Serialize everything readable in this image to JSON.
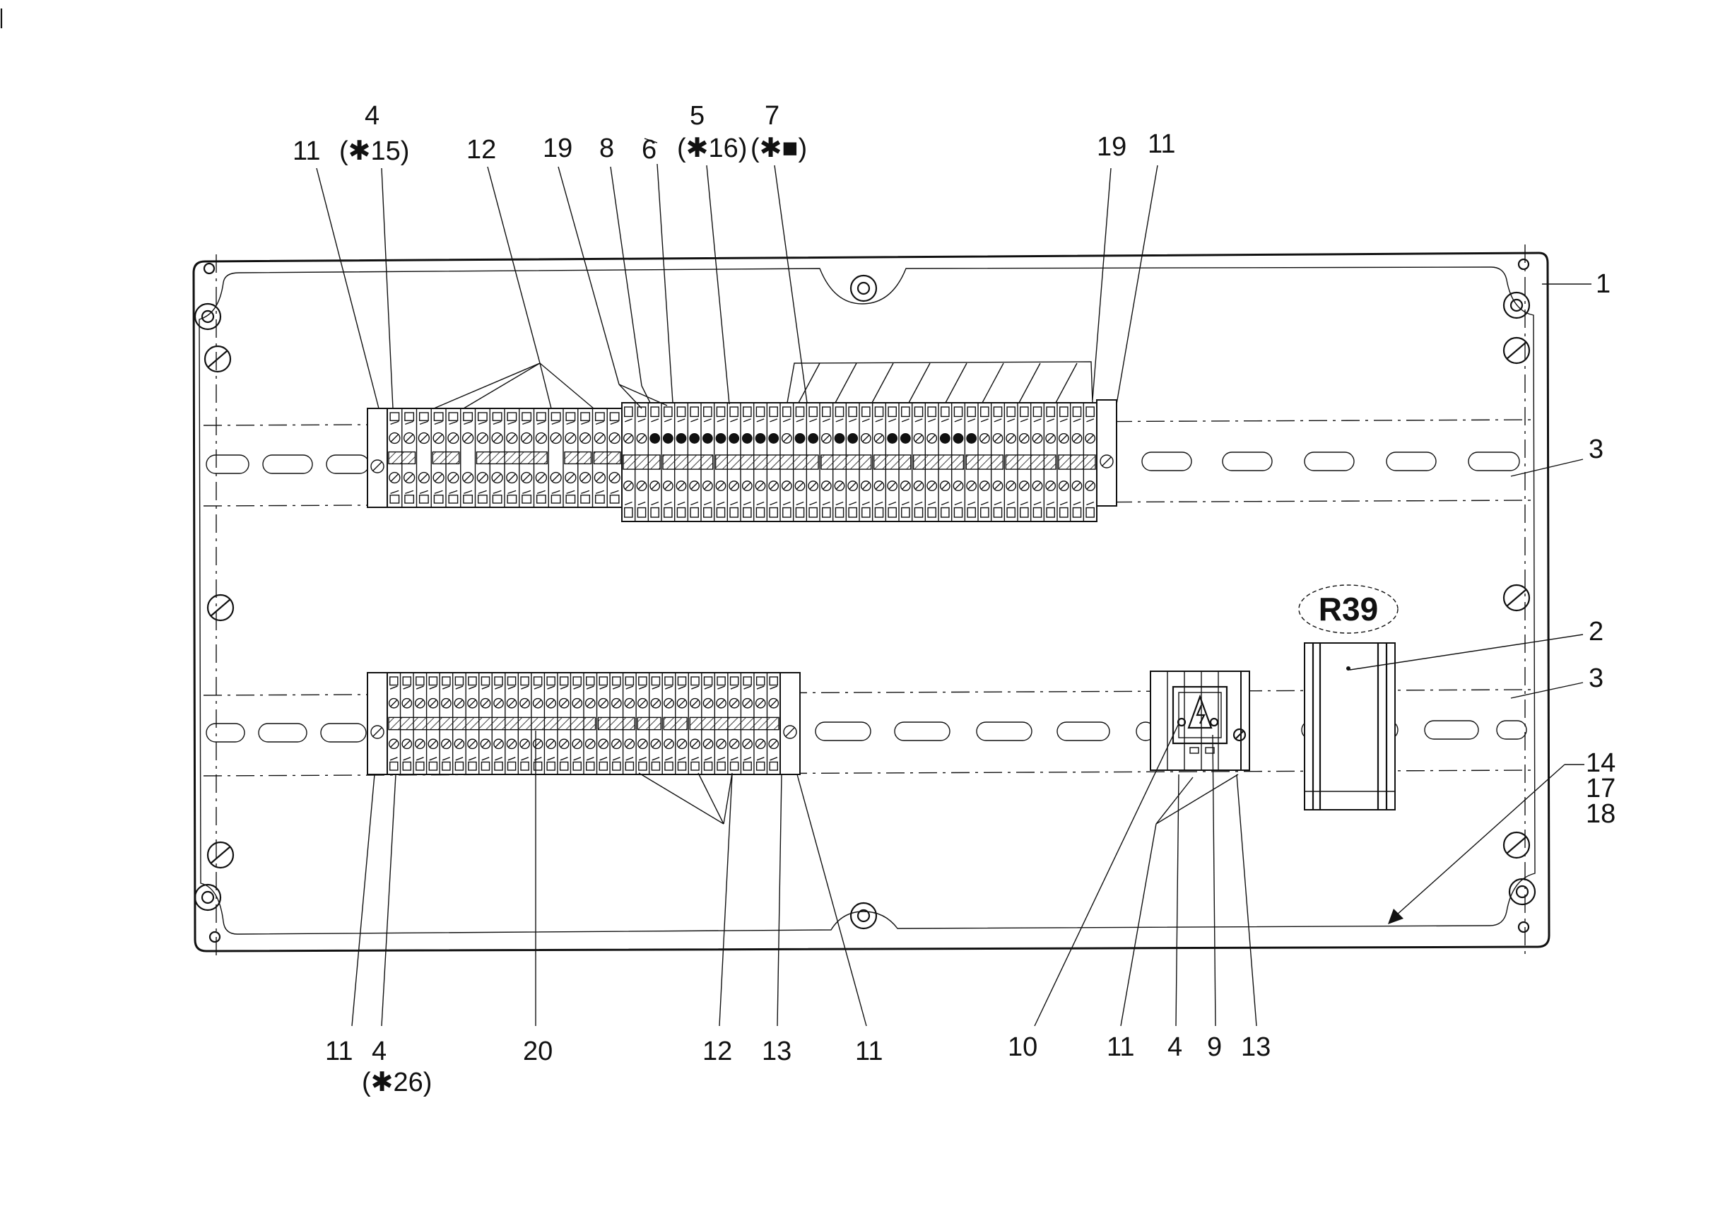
{
  "callouts": {
    "c1": "1",
    "c2": "2",
    "c3a": "3",
    "c3b": "3",
    "c4a": "4",
    "c4a_note": "(✱15)",
    "c5": "5",
    "c5_note": "(✱16)",
    "c6": "6",
    "c7": "7",
    "c7_note": "(✱■)",
    "c8": "8",
    "c11a": "11",
    "c12a": "12",
    "c19a": "19",
    "c19b": "19",
    "c11b": "11",
    "c14": "14",
    "c17": "17",
    "c18": "18",
    "c11c": "11",
    "c4b": "4",
    "c4b_note": "(✱26)",
    "c20": "20",
    "c12b": "12",
    "c13a": "13",
    "c11d": "11",
    "c10": "10",
    "c11e": "11",
    "c4c": "4",
    "c9": "9",
    "c13b": "13"
  },
  "component_label": "R39"
}
